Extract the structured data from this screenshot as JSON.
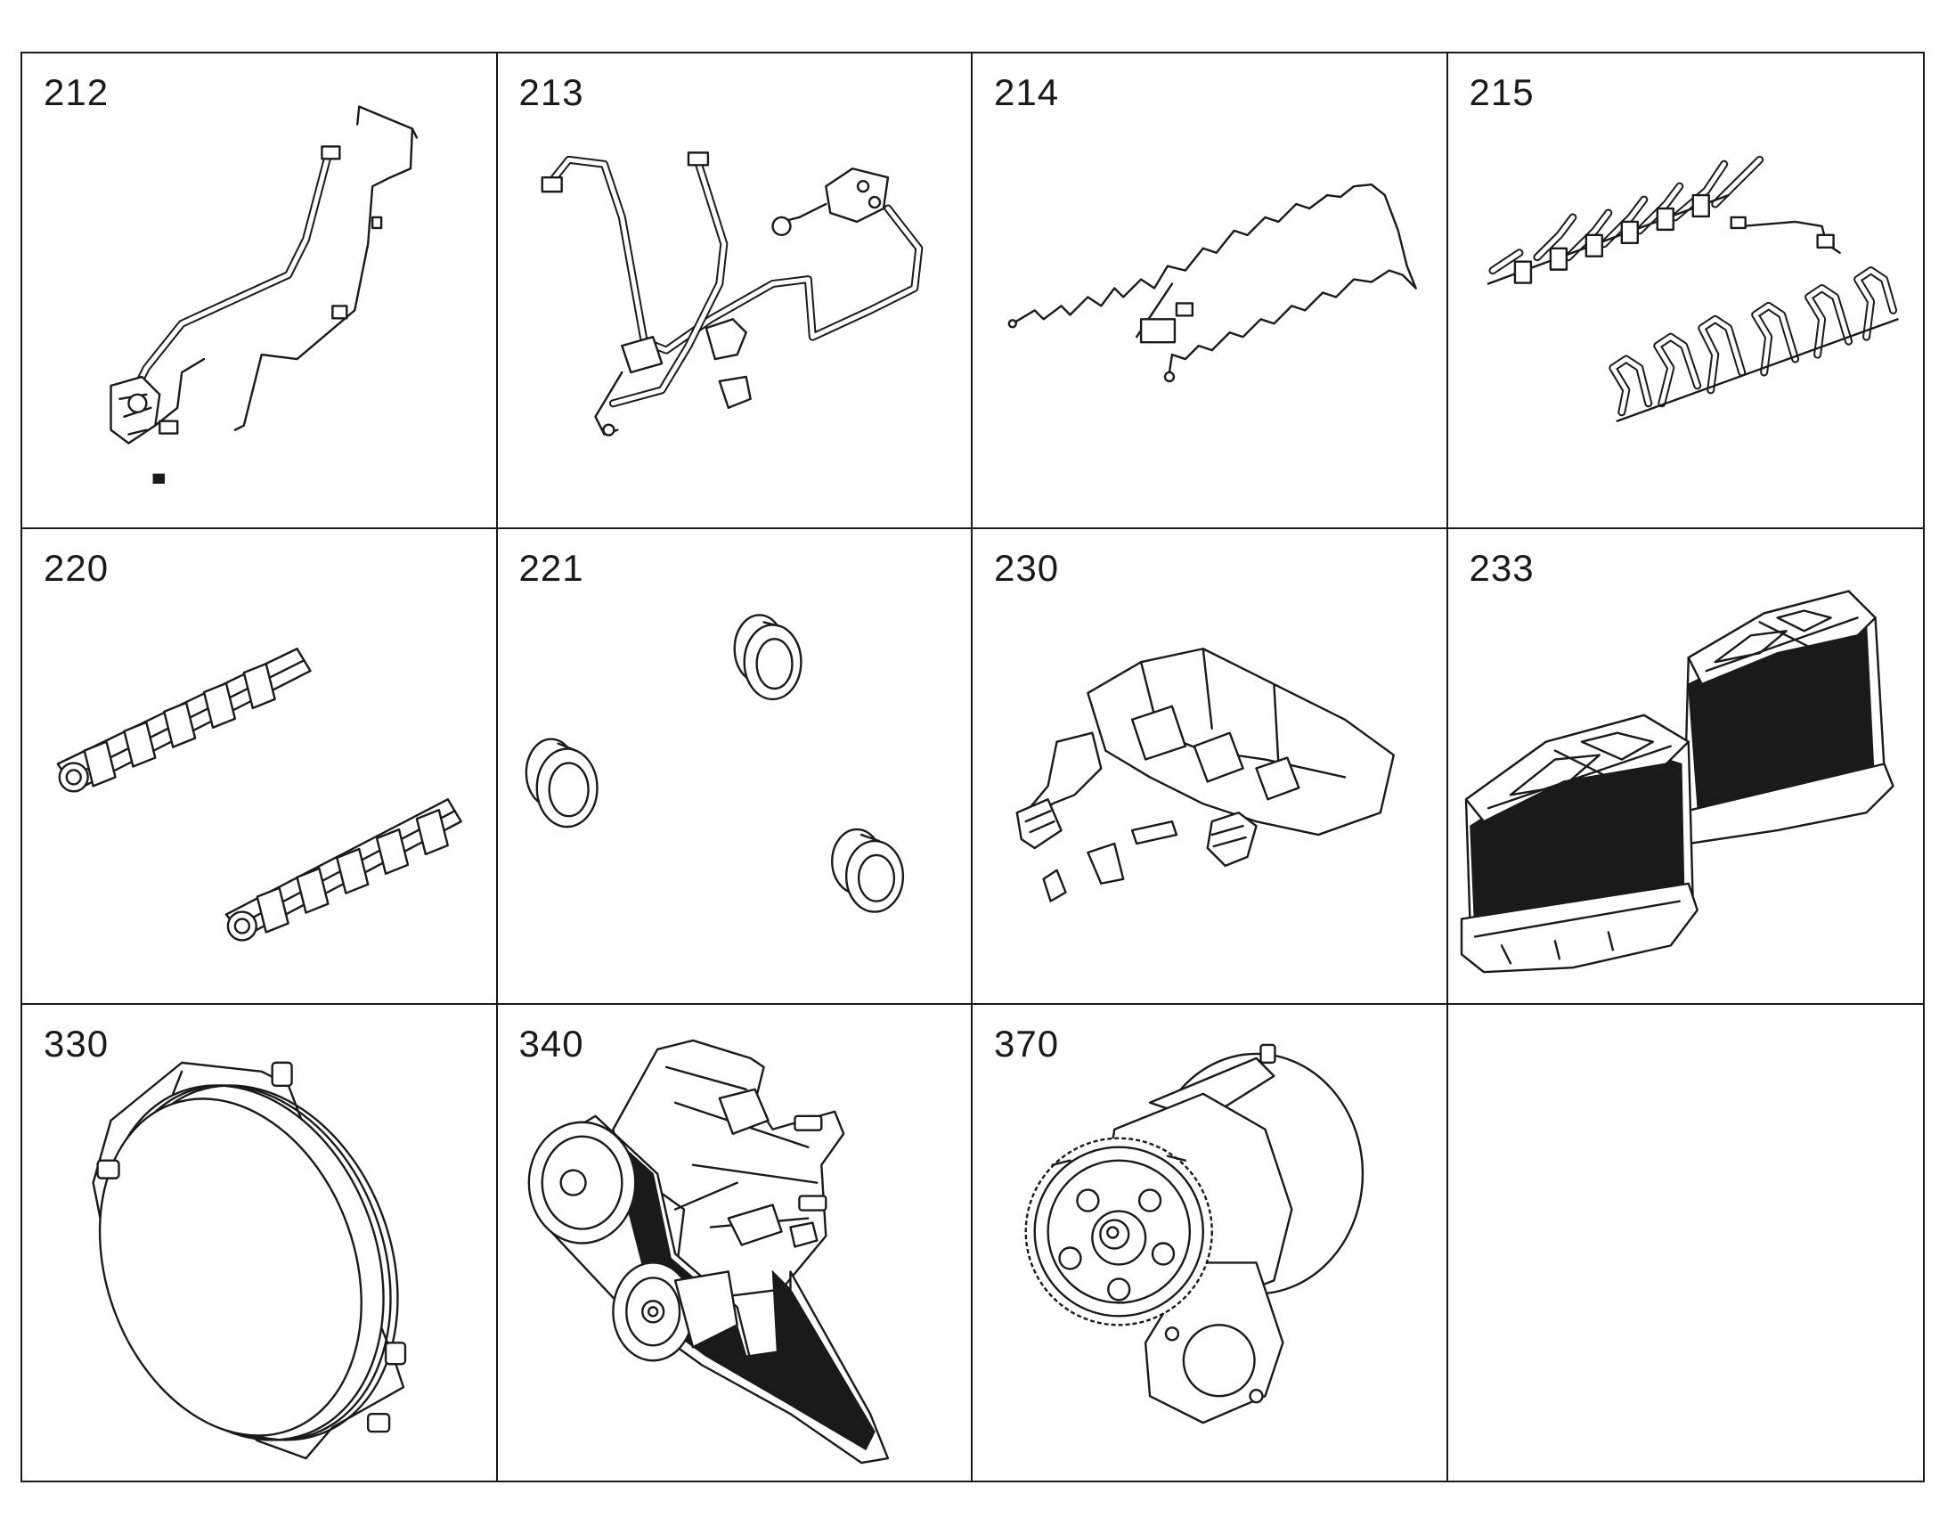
{
  "cells": [
    {
      "code": "212",
      "icon": "fuel-lines-icon"
    },
    {
      "code": "213",
      "icon": "fuel-pipes-icon"
    },
    {
      "code": "214",
      "icon": "wiring-harness-icon"
    },
    {
      "code": "215",
      "icon": "injector-lines-icon"
    },
    {
      "code": "220",
      "icon": "exhaust-manifold-icon"
    },
    {
      "code": "221",
      "icon": "manifold-sleeves-icon"
    },
    {
      "code": "230",
      "icon": "intake-manifold-icon"
    },
    {
      "code": "233",
      "icon": "charge-air-cooler-icon"
    },
    {
      "code": "330",
      "icon": "cover-plate-icon"
    },
    {
      "code": "340",
      "icon": "belt-drive-icon"
    },
    {
      "code": "370",
      "icon": "water-pump-icon"
    }
  ]
}
